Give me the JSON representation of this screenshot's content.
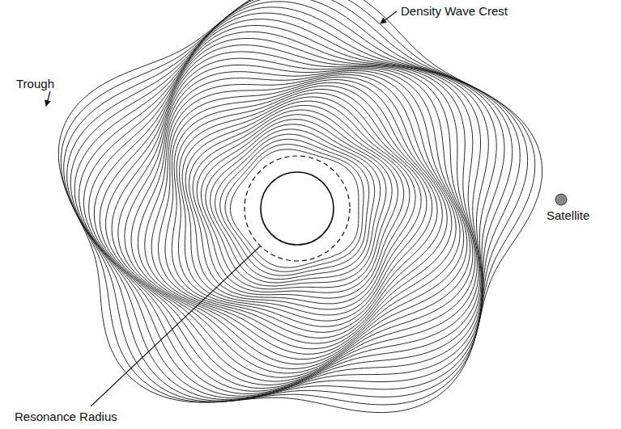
{
  "diagram": {
    "labels": [
      "Density Wave Crest",
      "Trough",
      "Resonance Radius",
      "Satellite"
    ]
  }
}
